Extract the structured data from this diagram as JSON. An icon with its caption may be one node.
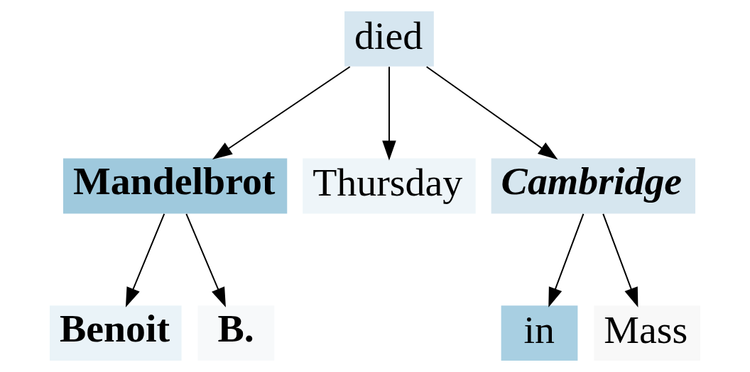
{
  "diagram": {
    "nodes": [
      {
        "text": [
          "died"
        ]
      },
      {
        "text": [
          "Mandelbrot"
        ]
      },
      {
        "text": [
          "Thursday"
        ]
      },
      {
        "text": [
          "Cambridge"
        ]
      },
      {
        "text": [
          "Benoit"
        ]
      },
      {
        "text": [
          "B."
        ]
      },
      {
        "text": [
          "in"
        ]
      },
      {
        "text": [
          "Mass"
        ]
      }
    ],
    "edges": [
      {
        "from": 0,
        "to": 1,
        "arrow": "to"
      },
      {
        "from": 0,
        "to": 2,
        "arrow": "to"
      },
      {
        "from": 0,
        "to": 3,
        "arrow": "to"
      },
      {
        "from": 1,
        "to": 4,
        "arrow": "to"
      },
      {
        "from": 1,
        "to": 5,
        "arrow": "to"
      },
      {
        "from": 3,
        "to": 6,
        "arrow": "to"
      },
      {
        "from": 3,
        "to": 7,
        "arrow": "to"
      }
    ]
  }
}
